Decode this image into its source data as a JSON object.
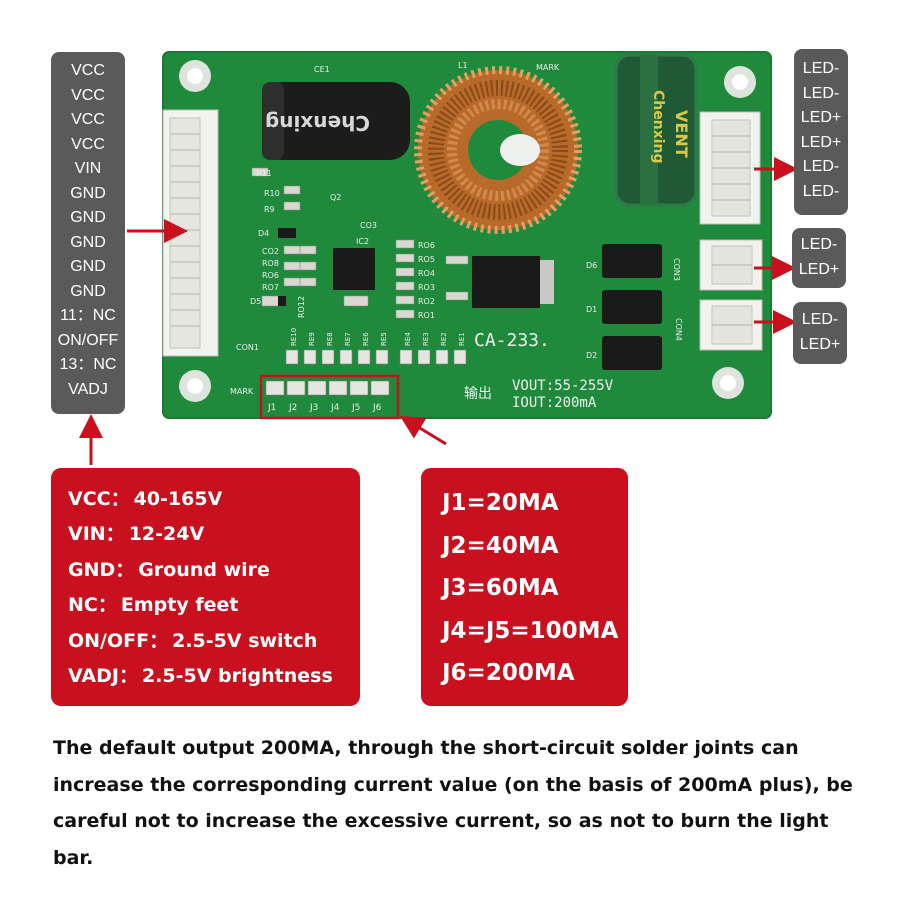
{
  "colors": {
    "panel_grey": "#5a5a5a",
    "callout_red": "#c8101e",
    "arrow_red": "#c8101e",
    "pcb_green": "#1f8a3c",
    "text_dark": "#111111"
  },
  "left_pins": [
    "VCC",
    "VCC",
    "VCC",
    "VCC",
    "VIN",
    "GND",
    "GND",
    "GND",
    "GND",
    "GND",
    "11：NC",
    "ON/OFF",
    "13：NC",
    "VADJ"
  ],
  "right_pins_top": [
    "LED-",
    "LED-",
    "LED+",
    "LED+",
    "LED-",
    "LED-"
  ],
  "right_pins_mid": [
    "LED-",
    "LED+"
  ],
  "right_pins_bot": [
    "LED-",
    "LED+"
  ],
  "board": {
    "model": "CA-233.",
    "output_label": "输出",
    "vout": "VOUT:55-255V",
    "iout": "IOUT:200mA",
    "capacitor_brand": "Chenxing",
    "capacitor_series": "VENT",
    "silkscreen": {
      "ce1": "CE1",
      "l1": "L1",
      "mark_top": "MARK",
      "mark_bottom": "MARK",
      "con1": "CON1",
      "con3": "CON3",
      "con4": "CON4",
      "ic2": "IC2",
      "q2": "Q2",
      "d1": "D1",
      "d2": "D2",
      "d6": "D6",
      "left_refs": [
        "R11",
        "R10",
        "R9",
        "D4",
        "CO2",
        "RO8",
        "RO6",
        "RO7",
        "D5",
        "RO12"
      ],
      "right_refs": [
        "RO6",
        "RO5",
        "RO4",
        "RO3",
        "RO2",
        "RO1"
      ],
      "co3": "CO3",
      "re_labels": [
        "RE10",
        "RE9",
        "RE8",
        "RE7",
        "RE6",
        "RE5",
        "RE4",
        "RE3",
        "RE2",
        "RE1"
      ],
      "jumpers": [
        "J1",
        "J2",
        "J3",
        "J4",
        "J5",
        "J6"
      ]
    }
  },
  "legend": [
    {
      "key": "VCC：",
      "value": "40-165V"
    },
    {
      "key": "VIN：",
      "value": "12-24V"
    },
    {
      "key": "GND：",
      "value": "Ground wire"
    },
    {
      "key": "NC：",
      "value": "Empty feet"
    },
    {
      "key": "ON/OFF：",
      "value": "2.5-5V switch"
    },
    {
      "key": "VADJ：",
      "value": "2.5-5V brightness"
    }
  ],
  "jumper_currents": [
    "J1=20MA",
    "J2=40MA",
    "J3=60MA",
    "J4=J5=100MA",
    "J6=200MA"
  ],
  "footer_note": "The default output 200MA, through the short-circuit solder joints can increase the corresponding current value (on the basis of 200mA plus), be careful not to increase the excessive current, so as not to burn the light bar."
}
